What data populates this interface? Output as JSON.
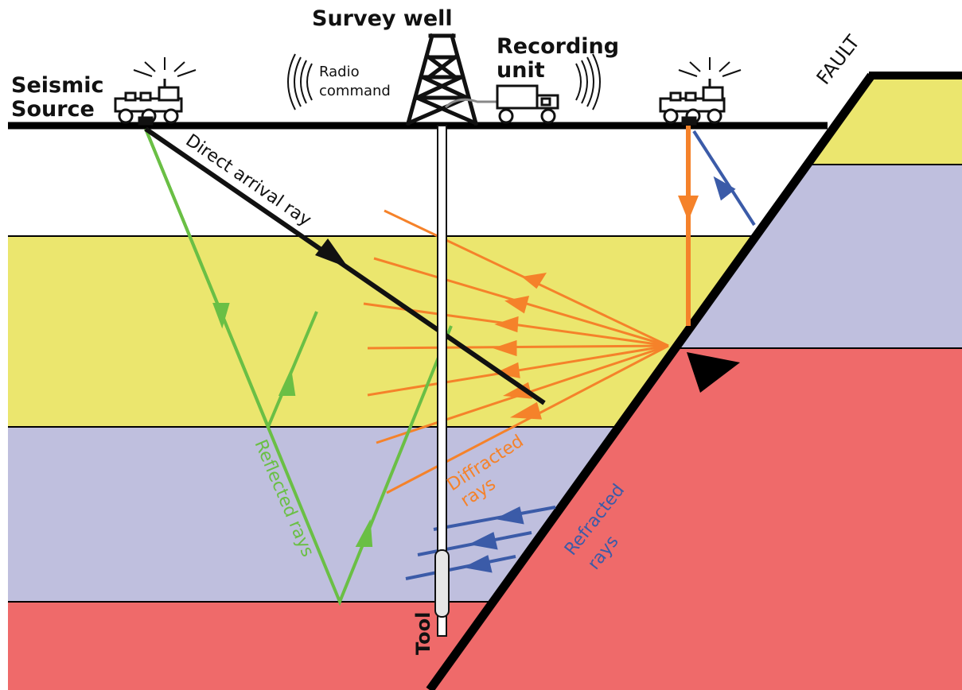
{
  "labels": {
    "survey_well": "Survey well",
    "recording_unit_line1": "Recording",
    "recording_unit_line2": "unit",
    "seismic_source_line1": "Seismic",
    "seismic_source_line2": "Source",
    "radio_command_line1": "Radio",
    "radio_command_line2": "command",
    "fault": "FAULT",
    "direct_arrival": "Direct arrival ray",
    "reflected": "Reflected rays",
    "diffracted_line1": "Diffracted",
    "diffracted_line2": "rays",
    "refracted_line1": "Refracted",
    "refracted_line2": "rays",
    "tool": "Tool"
  },
  "colors": {
    "layer_yellow": "#ebe66e",
    "layer_lavender": "#bfbfde",
    "layer_red": "#ef6a6a",
    "ground_line": "#000000",
    "direct_ray": "#111111",
    "reflected_ray": "#6abf45",
    "diffracted_ray": "#f5822a",
    "refracted_ray": "#3b5ba8"
  }
}
